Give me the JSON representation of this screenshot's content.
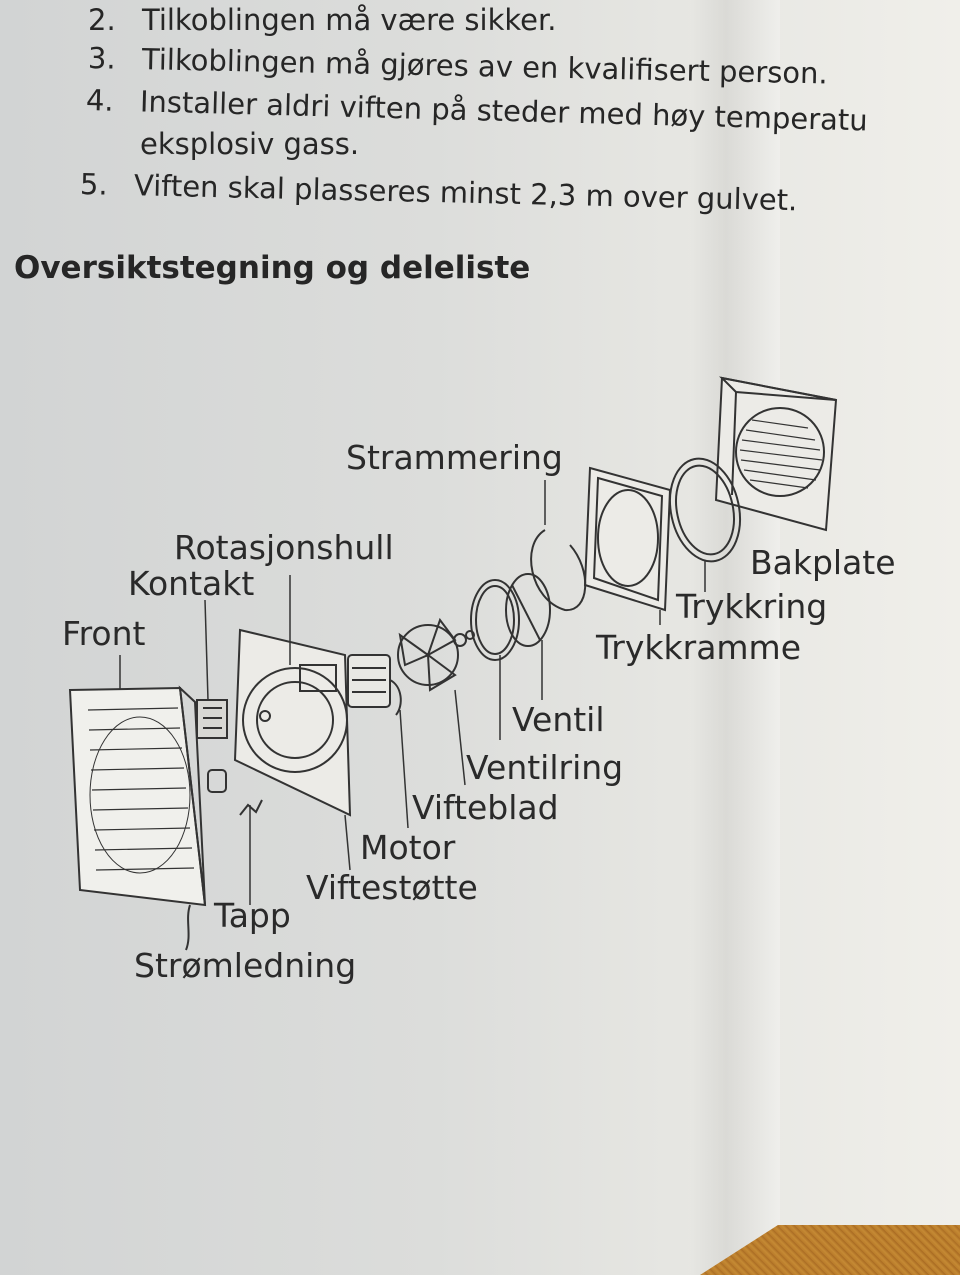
{
  "instructions": {
    "items": [
      {
        "number": "2.",
        "text": "Tilkoblingen må være sikker."
      },
      {
        "number": "3.",
        "text": "Tilkoblingen må gjøres av en kvalifisert person."
      },
      {
        "number": "4.",
        "text": "Installer aldri viften på steder med høy temperatu"
      },
      {
        "number": "",
        "text": "eksplosiv gass."
      },
      {
        "number": "5.",
        "text": "Viften skal plasseres minst 2,3 m over gulvet."
      }
    ]
  },
  "section": {
    "heading": "Oversiktstegning og deleliste"
  },
  "diagram": {
    "parts": {
      "strammering": "Strammering",
      "rotasjonshull": "Rotasjonshull",
      "kontakt": "Kontakt",
      "front": "Front",
      "bakplate": "Bakplate",
      "trykkring": "Trykkring",
      "trykkramme": "Trykkramme",
      "ventil": "Ventil",
      "ventilring": "Ventilring",
      "vifteblad": "Vifteblad",
      "motor": "Motor",
      "viftestotte": "Viftestøtte",
      "tapp": "Tapp",
      "stromledning": "Strømledning"
    }
  }
}
